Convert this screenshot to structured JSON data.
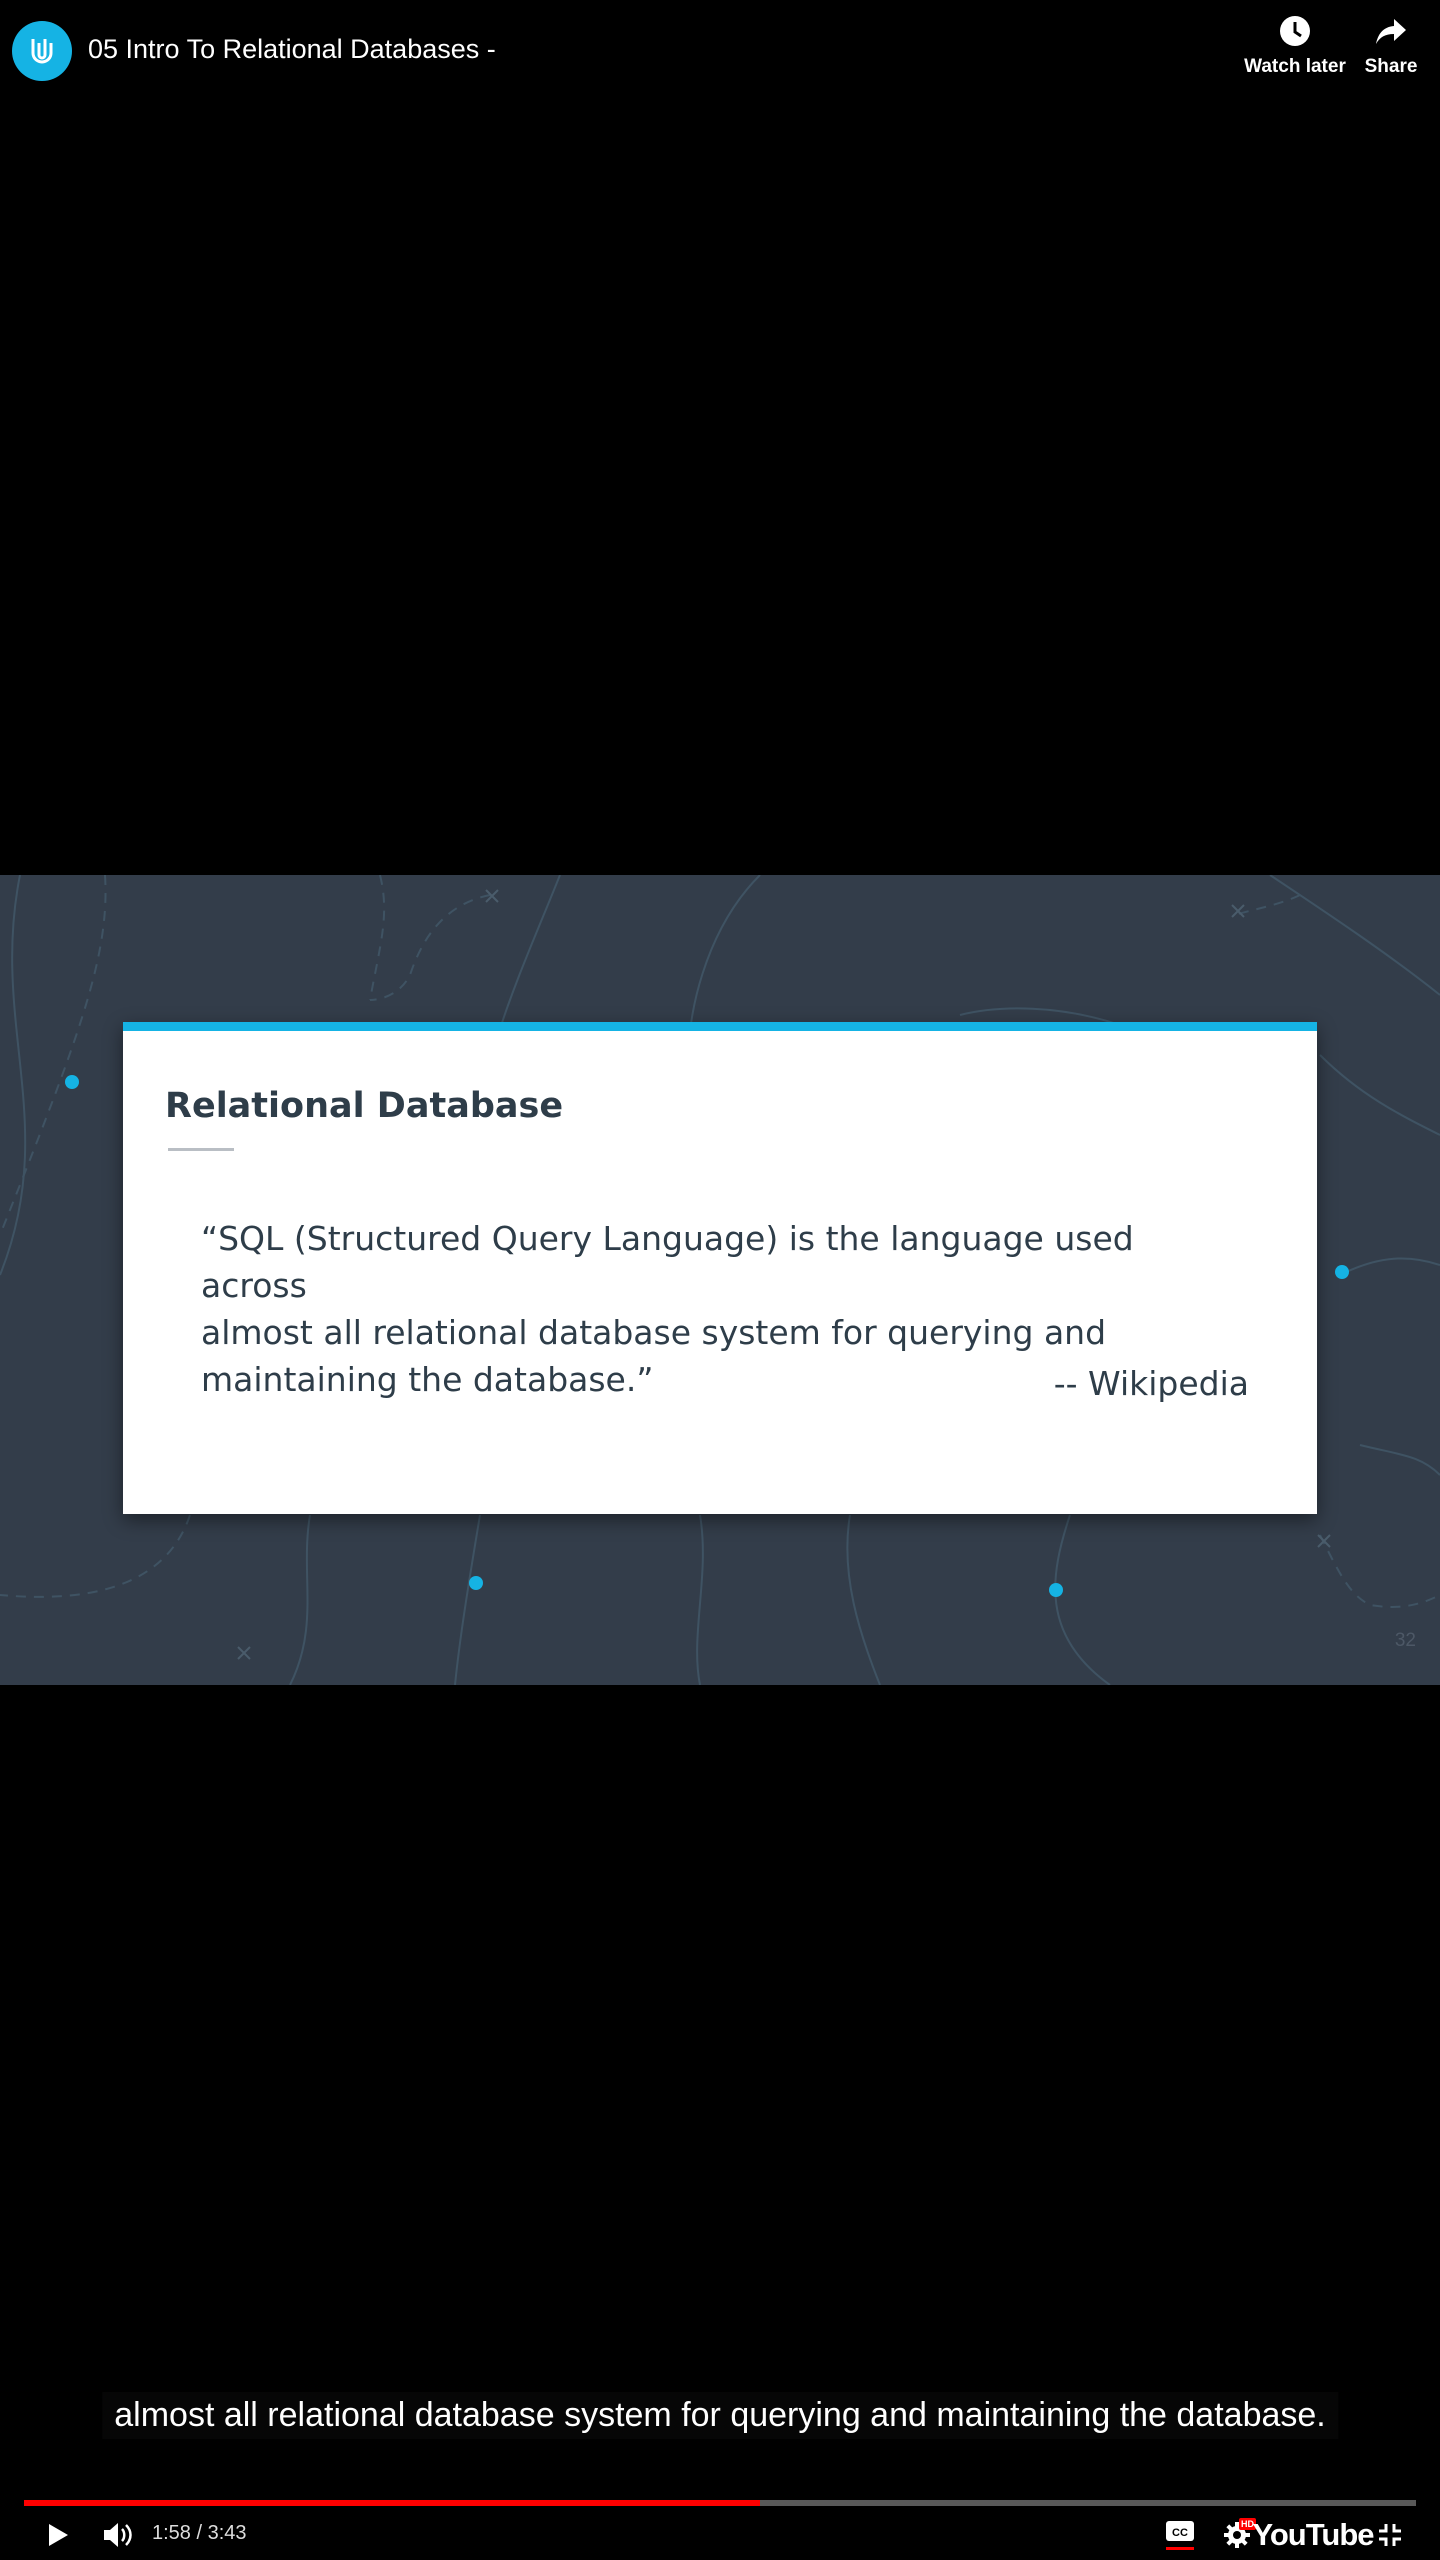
{
  "header": {
    "title": "05 Intro To Relational Databases -",
    "watch_later_label": "Watch later",
    "share_label": "Share"
  },
  "slide": {
    "title": "Relational Database",
    "quote_lines": [
      "“SQL (Structured Query Language) is the language used across",
      "almost all relational database system for querying and",
      "maintaining the database.”"
    ],
    "attribution": "-- Wikipedia",
    "slide_number": "32"
  },
  "caption": "almost all relational database system for querying and maintaining the database.",
  "player": {
    "current_time": "1:58",
    "duration": "3:43",
    "time_display": "1:58 / 3:43",
    "progress_fraction": 0.529,
    "brand": "YouTube",
    "quality_badge": "HD"
  },
  "colors": {
    "accent": "#15b3e4",
    "progress": "#ff0000",
    "slide_bg": "#333d4a",
    "card_text": "#2e3d49"
  },
  "icons": {
    "channel": "udacity-logo-icon",
    "watch_later": "clock-icon",
    "share": "share-arrow-icon",
    "play": "play-icon",
    "volume": "volume-icon",
    "captions": "closed-captions-icon",
    "settings": "gear-icon",
    "exit_fullscreen": "exit-fullscreen-icon"
  }
}
